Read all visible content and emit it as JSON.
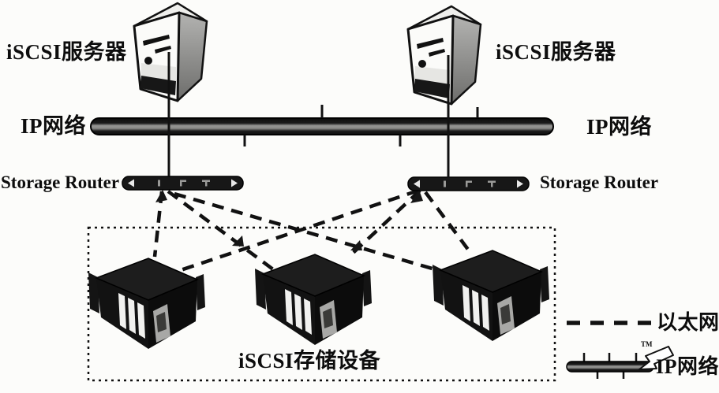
{
  "page": {
    "background": "#fcfcfa",
    "ink": "#111111",
    "bar_highlight": "#8f8f8d"
  },
  "nodes": {
    "iscsi_server": "iSCSI服务器",
    "ip_network": "IP网络",
    "storage_router": "Storage Router",
    "iscsi_storage": "iSCSI存储设备"
  },
  "legend": {
    "ethernet": "以太网",
    "ip_network": "IP网络",
    "trademark": "TM"
  },
  "icons": {
    "server_tower": "tower-server-icon",
    "storage_array": "storage-array-icon",
    "storage_router_bar": "rack-router-icon",
    "ethernet_link": "dashed-line-icon",
    "ip_backbone": "network-bus-bar-icon",
    "legend_arrow": "arrow-pointer-icon"
  }
}
